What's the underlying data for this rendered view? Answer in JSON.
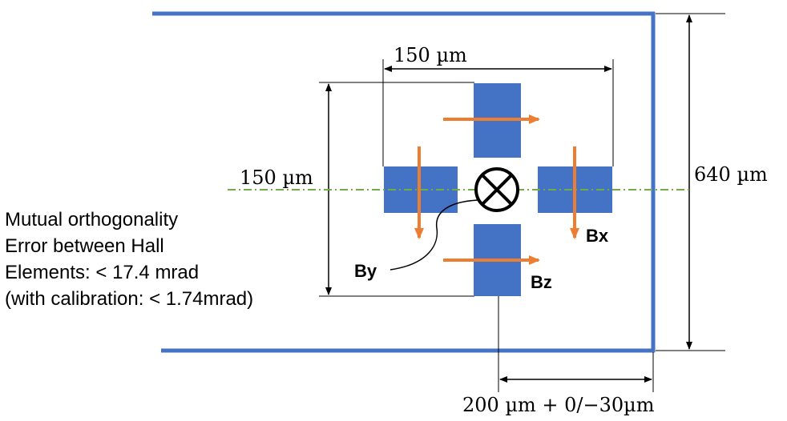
{
  "colors": {
    "frame": "#4472C4",
    "element": "#4472C4",
    "arrow": "#ED7D31",
    "axis": "#70AD47",
    "line": "#000000"
  },
  "labels": {
    "dim_top": "150 µm",
    "dim_left": "150 µm",
    "dim_right": "640 µm",
    "dim_bottom": "200 µm + 0/−30µm",
    "bx": "Bx",
    "by": "By",
    "bz": "Bz"
  },
  "note": {
    "line1": "Mutual orthogonality",
    "line2": "Error between Hall",
    "line3": "Elements: < 17.4 mrad",
    "line4": "(with calibration: < 1.74mrad)"
  },
  "icons": {
    "center": "into-page-cross-circle-icon",
    "arrowhead": "arrowhead-icon"
  }
}
